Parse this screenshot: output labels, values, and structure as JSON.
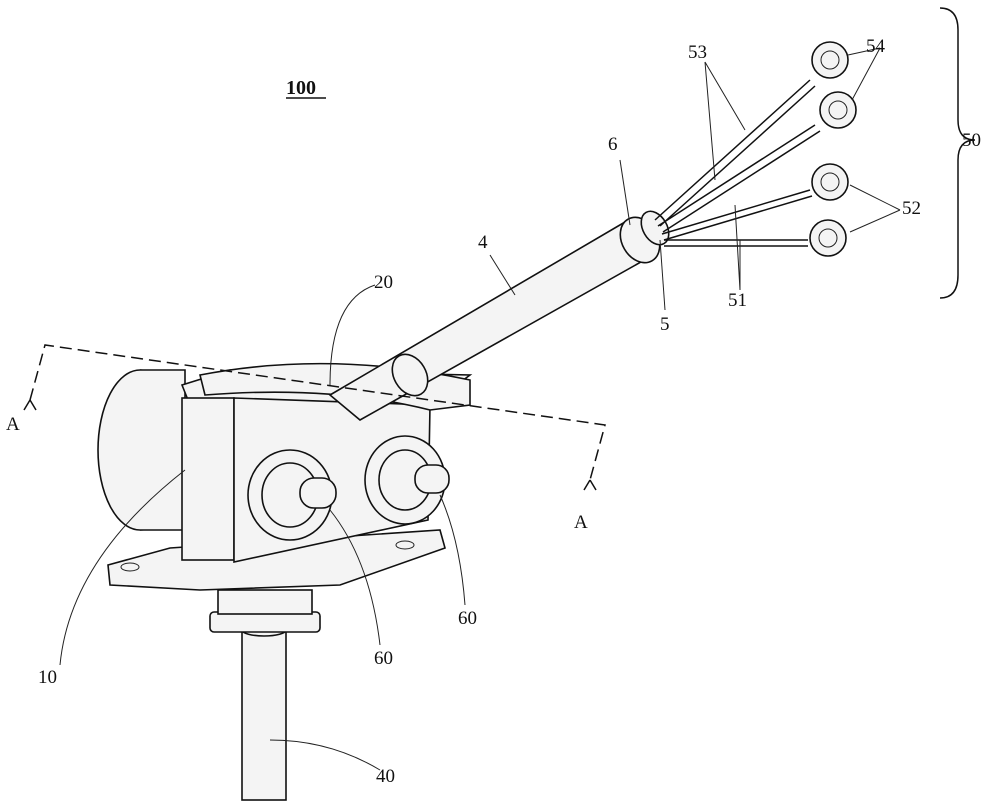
{
  "figure": {
    "title_ref": "100",
    "labels": {
      "lugs_top": "54",
      "wires_top": "53",
      "wire_bundle": "50",
      "sheath_end": "6",
      "lugs_bottom": "52",
      "cable": "4",
      "wires_bottom": "51",
      "seal": "5",
      "top_cover": "20",
      "section_a_left": "A",
      "section_a_right": "A",
      "housing": "10",
      "terminal_left": "60",
      "terminal_right": "60",
      "shaft": "40"
    }
  }
}
